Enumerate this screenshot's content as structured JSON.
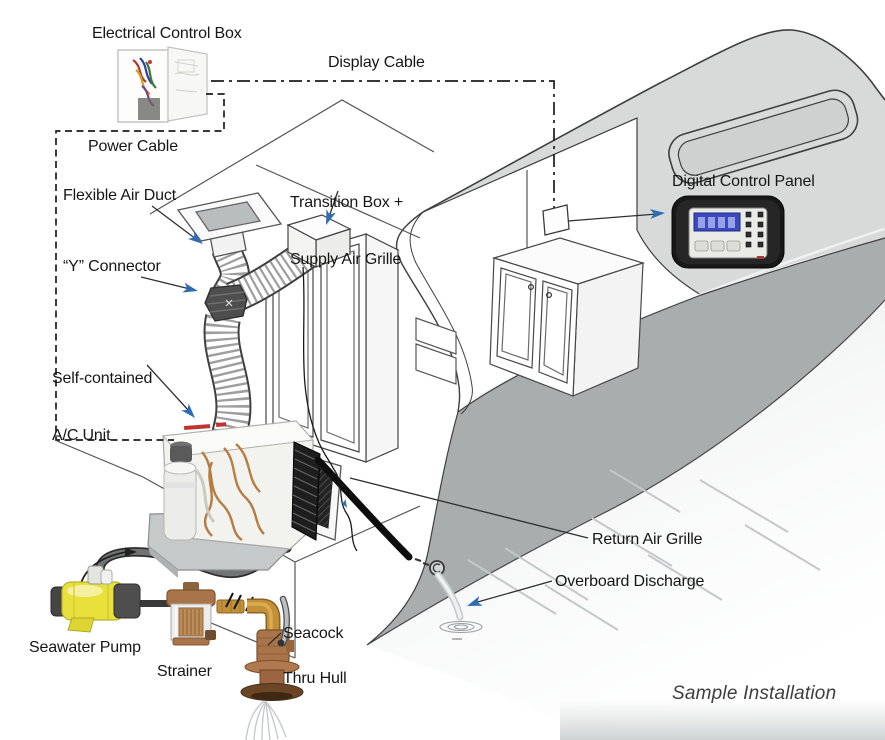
{
  "diagram": {
    "caption": "Sample Installation",
    "labels": {
      "electrical_control_box": "Electrical Control Box",
      "display_cable": "Display Cable",
      "power_cable": "Power Cable",
      "transition_box_line1": "Transition Box +",
      "transition_box_line2": "Supply Air Grille",
      "flexible_air_duct": "Flexible Air Duct",
      "digital_control_panel": "Digital Control Panel",
      "y_connector": "“Y” Connector",
      "self_contained_line1": "Self-contained",
      "self_contained_line2": "A/C Unit",
      "return_air_grille": "Return Air Grille",
      "overboard_discharge": "Overboard Discharge",
      "seacock": "Seacock",
      "seawater_pump": "Seawater Pump",
      "strainer": "Strainer",
      "thru_hull": "Thru Hull"
    },
    "colors": {
      "arrow_blue": "#2e6cb5",
      "deck_gray": "#d8dada",
      "hull_gray": "#a9adad",
      "pump_yellow": "#e9e13b",
      "bronze": "#a9744a",
      "brass": "#c29036",
      "lcd_blue": "#3c49bb",
      "line_dark": "#3f3f3f"
    }
  }
}
